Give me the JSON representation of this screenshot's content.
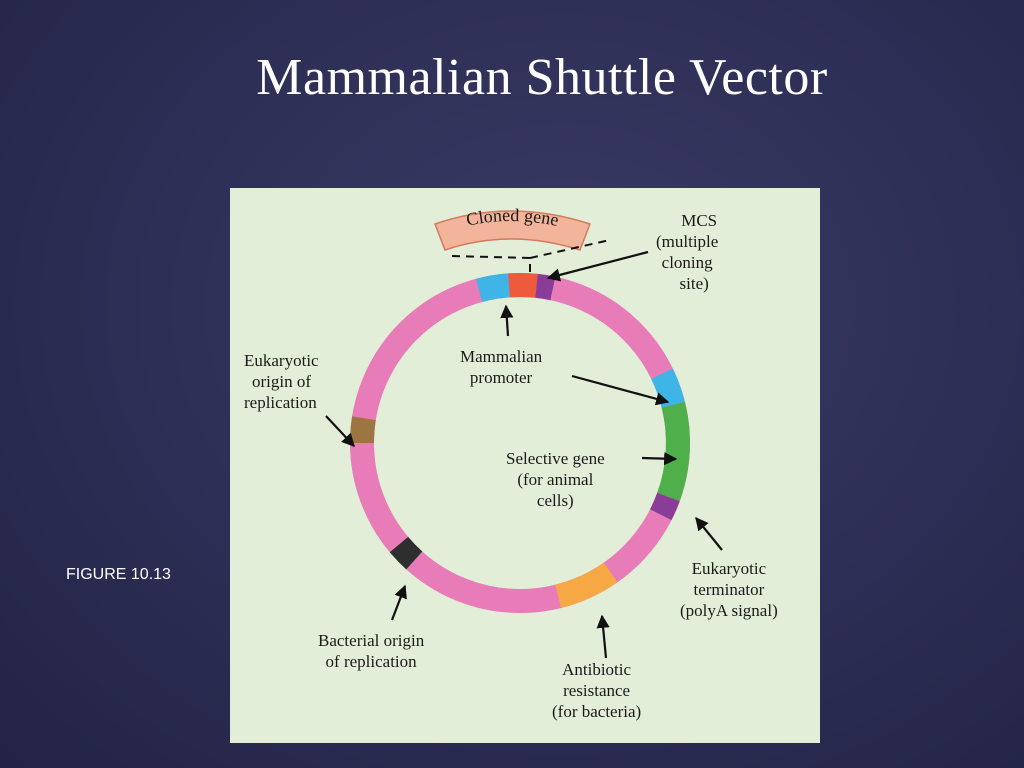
{
  "slide": {
    "title": "Mammalian Shuttle Vector",
    "figure_label": "FIGURE 10.13"
  },
  "diagram": {
    "cloned_gene": "Cloned gene",
    "mcs": [
      "MCS",
      "(multiple",
      "cloning",
      "site)"
    ],
    "mammalian_promoter": [
      "Mammalian",
      "promoter"
    ],
    "eukaryotic_origin": [
      "Eukaryotic",
      "origin of",
      "replication"
    ],
    "selective_gene": [
      "Selective gene",
      "(for animal",
      "cells)"
    ],
    "eukaryotic_terminator": [
      "Eukaryotic",
      "terminator",
      "(polyA signal)"
    ],
    "bacterial_origin": [
      "Bacterial origin",
      "of replication"
    ],
    "antibiotic_resistance": [
      "Antibiotic",
      "resistance",
      "(for bacteria)"
    ]
  },
  "colors": {
    "plasmid_ring": "#e77cb8",
    "cloned_gene_band": "#f2b49a",
    "promoter": "#3eb5e6",
    "mcs": "#ee5a3c",
    "mcs_right": "#8a3d96",
    "selective_gene": "#4fb04b",
    "terminator": "#8a3d96",
    "antibiotic_resistance": "#f6a844",
    "eukaryotic_origin": "#9c7540",
    "bacterial_origin": "#2e2e2e"
  }
}
